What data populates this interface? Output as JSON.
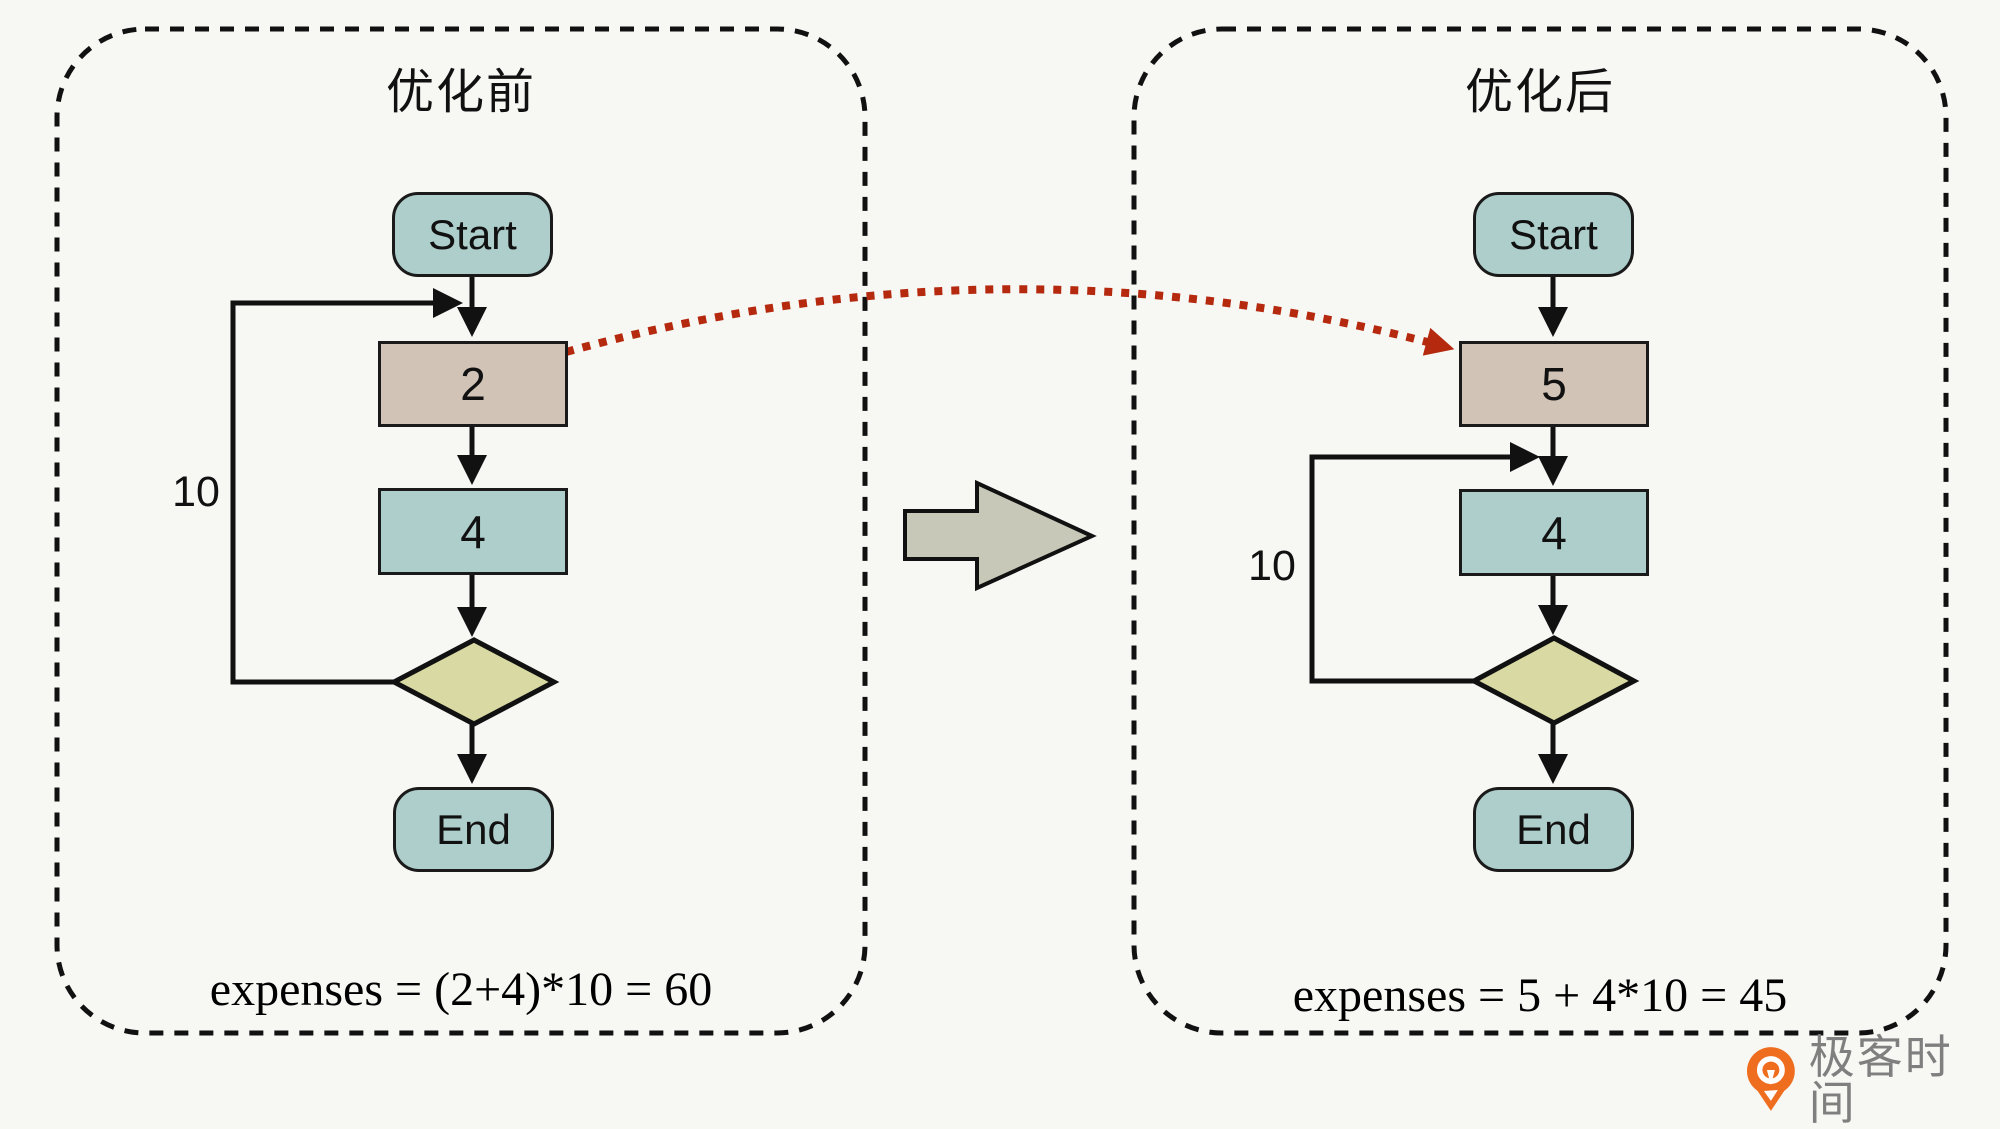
{
  "left_panel": {
    "title": "优化前",
    "start_label": "Start",
    "first_box_label": "2",
    "second_box_label": "4",
    "end_label": "End",
    "loop_count_label": "10",
    "formula": "expenses = (2+4)*10 = 60"
  },
  "right_panel": {
    "title": "优化后",
    "start_label": "Start",
    "first_box_label": "5",
    "second_box_label": "4",
    "end_label": "End",
    "loop_count_label": "10",
    "formula": "expenses = 5 + 4*10 = 45"
  },
  "logo": {
    "text": "极客时间"
  },
  "colors": {
    "background": "#f7f7f4",
    "node_teal": "#adcecb",
    "node_tan": "#d1c3b6",
    "diamond_khaki": "#d9d9a3",
    "block_arrow": "#c8c8b9",
    "connector": "#111111",
    "red_arrow": "#b5290e",
    "logo_orange": "#ee6d1e",
    "logo_text_gray": "#7f7f7f"
  }
}
